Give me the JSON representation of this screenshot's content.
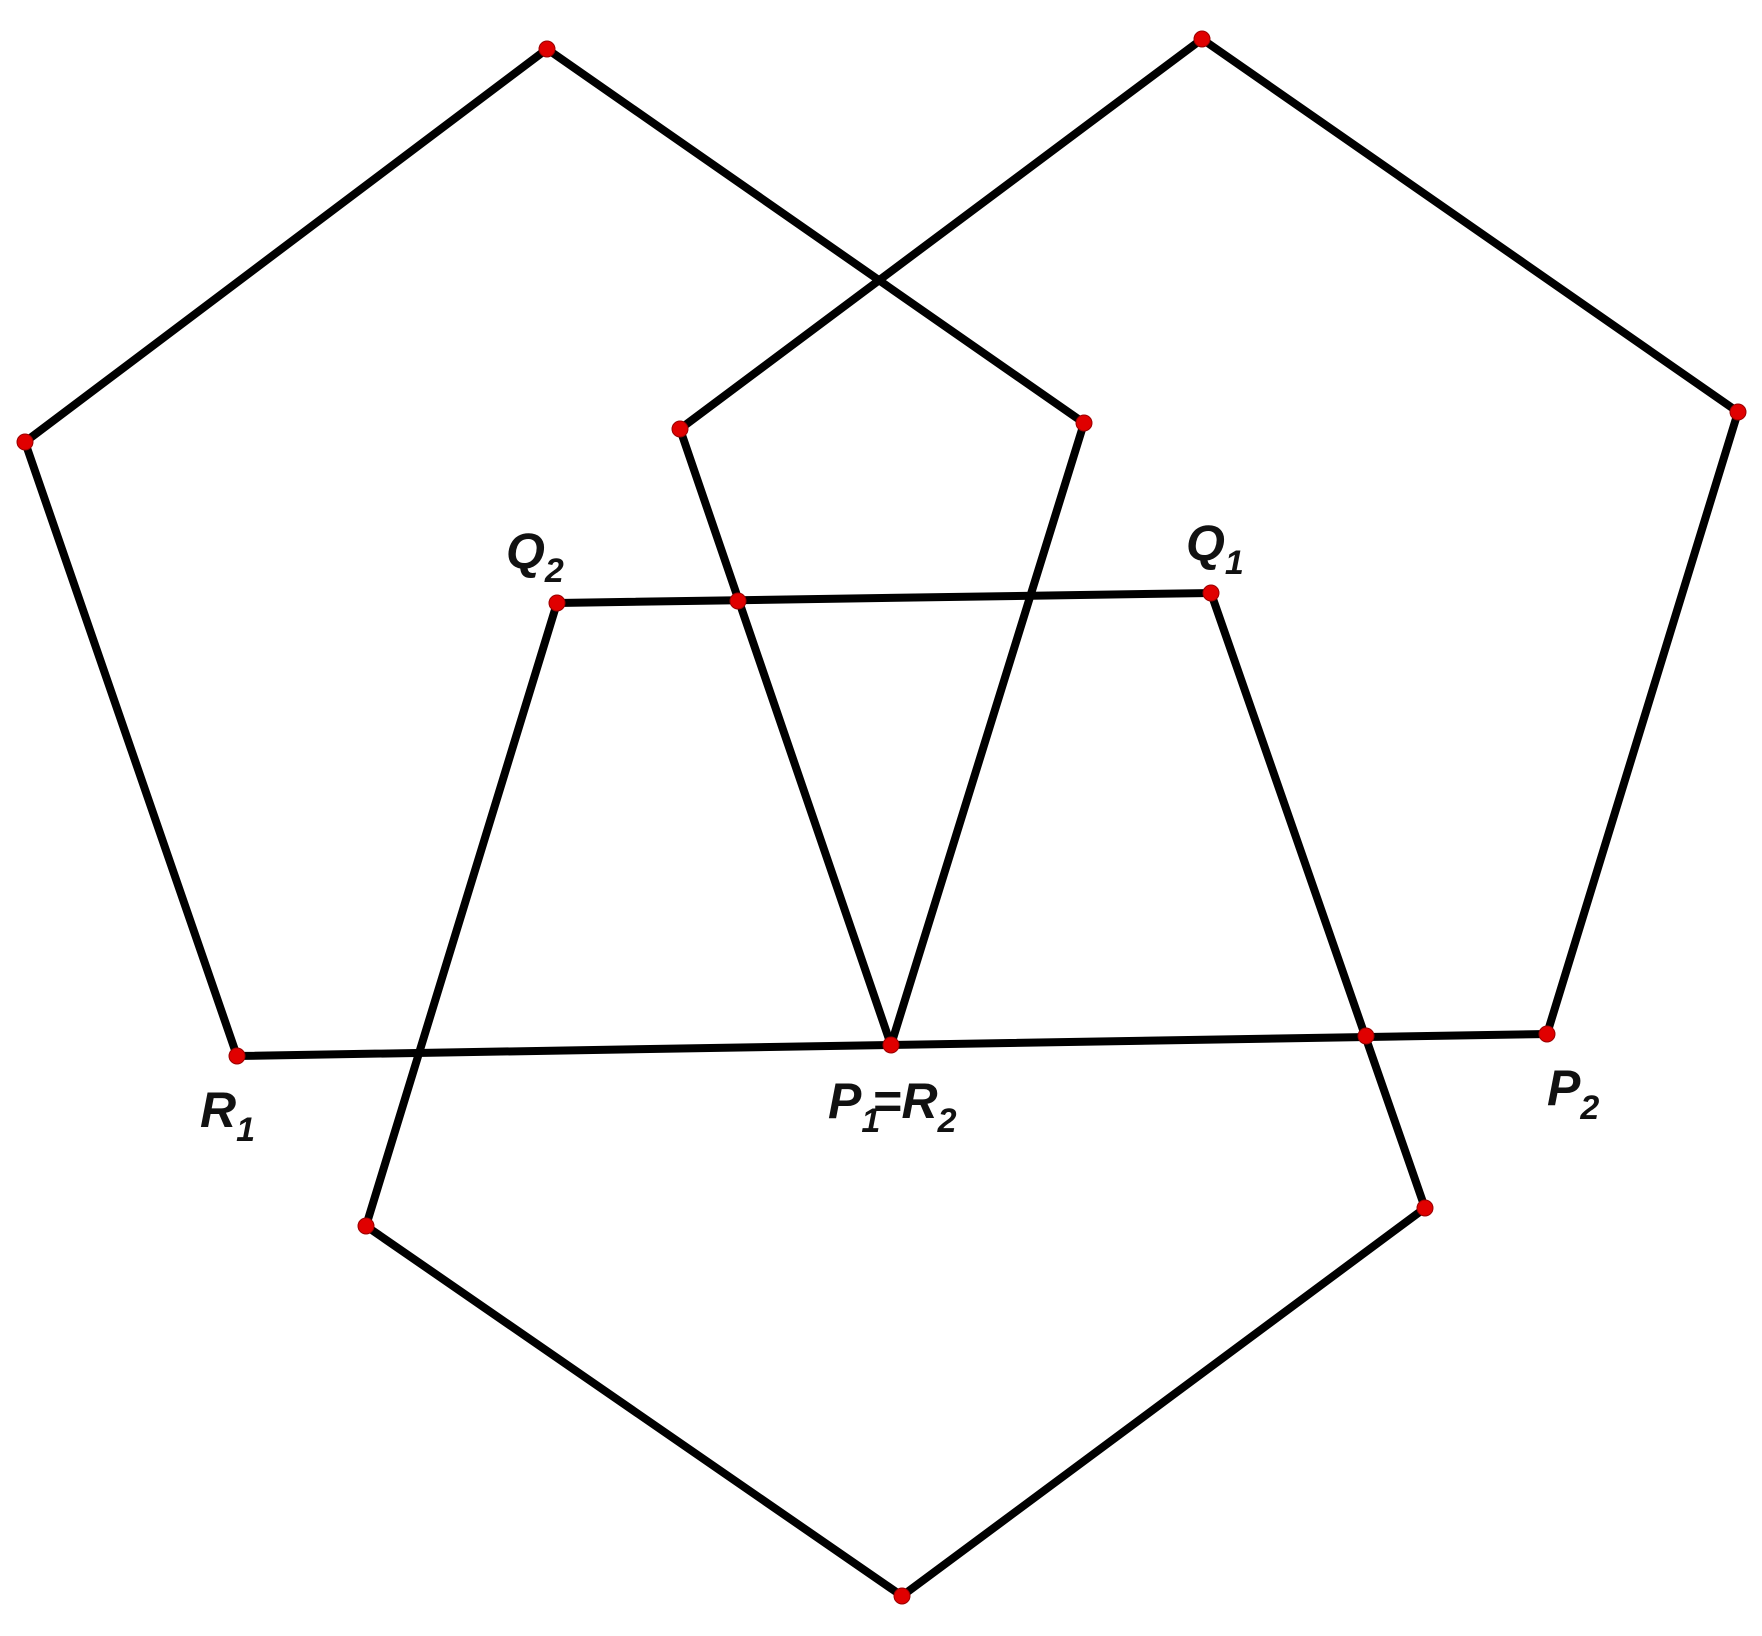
{
  "diagram": {
    "line_color": "#000000",
    "point_color": "#e00000",
    "labels": {
      "Q2": {
        "main": "Q",
        "sub": "2"
      },
      "Q1": {
        "main": "Q",
        "sub": "1"
      },
      "R1": {
        "main": "R",
        "sub": "1"
      },
      "P1R2": {
        "main1": "P",
        "sub1": "1",
        "eq": "=",
        "main2": "R",
        "sub2": "2"
      },
      "P2": {
        "main": "P",
        "sub": "2"
      }
    }
  }
}
